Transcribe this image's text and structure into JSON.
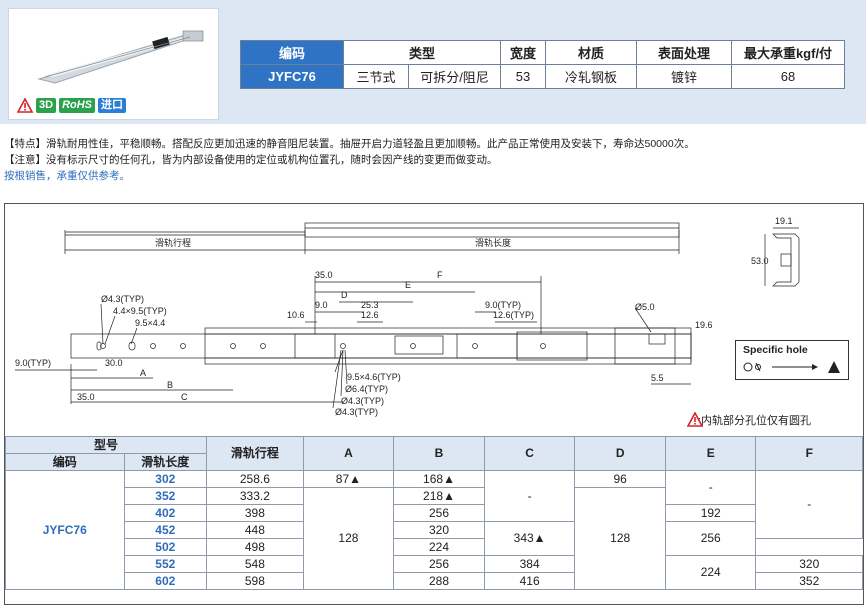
{
  "product": {
    "badges": [
      "3D",
      "RoHS",
      "进口"
    ]
  },
  "spec_table": {
    "headers": [
      "编码",
      "类型",
      "宽度",
      "材质",
      "表面处理",
      "最大承重kgf/付"
    ],
    "row": {
      "code": "JYFC76",
      "type1": "三节式",
      "type2": "可拆分/阻尼",
      "width": "53",
      "material": "冷轧钢板",
      "finish": "镀锌",
      "load": "68"
    }
  },
  "notes": {
    "feature": "【特点】滑轨耐用性佳，平稳顺畅。搭配反应更加迅速的静音阻尼装置。抽屉开启力道轻盈且更加顺畅。此产品正常使用及安装下，寿命达50000次。",
    "caution": "【注意】没有标示尺寸的任何孔，皆为内部设备使用的定位或机构位置孔，随时会因产线的变更而做变动。",
    "sale": "按根销售，承重仅供参考。"
  },
  "drawing": {
    "labels": {
      "travel": "滑轨行程",
      "length": "滑轨长度",
      "d35": "35.0",
      "F": "F",
      "E": "E",
      "D": "D",
      "d253": "25.3",
      "d9": "9.0",
      "d126": "12.6",
      "d106": "10.6",
      "typ9": "9.0(TYP)",
      "typ126": "12.6(TYP)",
      "phi50": "Ø5.0",
      "d196": "19.6",
      "d191": "19.1",
      "d530": "53.0",
      "phi43typ": "Ø4.3(TYP)",
      "slot": "4.4×9.5(TYP)",
      "slot2": "9.5×4.4",
      "left9typ": "9.0(TYP)",
      "d300": "30.0",
      "A": "A",
      "B": "B",
      "C": "C",
      "d350b": "35.0",
      "slot3": "9.5×4.6(TYP)",
      "phi64": "Ø6.4(TYP)",
      "phi43b": "Ø4.3(TYP)",
      "phi43c": "Ø4.3(TYP)",
      "d55": "5.5"
    },
    "specific_hole": {
      "title": "Specific hole"
    },
    "inner_note": "▲:内轨部分孔位仅有圆孔"
  },
  "dim_table": {
    "header_top": "型号",
    "headers": [
      "编码",
      "滑轨长度",
      "滑轨行程",
      "A",
      "B",
      "C",
      "D",
      "E",
      "F"
    ],
    "code": "JYFC76",
    "lengths": [
      "302",
      "352",
      "402",
      "452",
      "502",
      "552",
      "602"
    ],
    "travel": [
      "258.6",
      "333.2",
      "398",
      "448",
      "498",
      "548",
      "598"
    ],
    "A": [
      "87▲",
      "128"
    ],
    "B": [
      "168▲",
      "218▲",
      "256",
      "320",
      "224",
      "256",
      "288"
    ],
    "C": [
      "-",
      "343▲",
      "384",
      "416"
    ],
    "D": [
      "96",
      "128"
    ],
    "E": [
      "-",
      "192",
      "256",
      "224"
    ],
    "F": [
      "-",
      "320",
      "352"
    ]
  },
  "colors": {
    "accent": "#2f73c4",
    "band": "#dde6f3",
    "warn": "#d8232a",
    "green": "#2aa14a"
  }
}
